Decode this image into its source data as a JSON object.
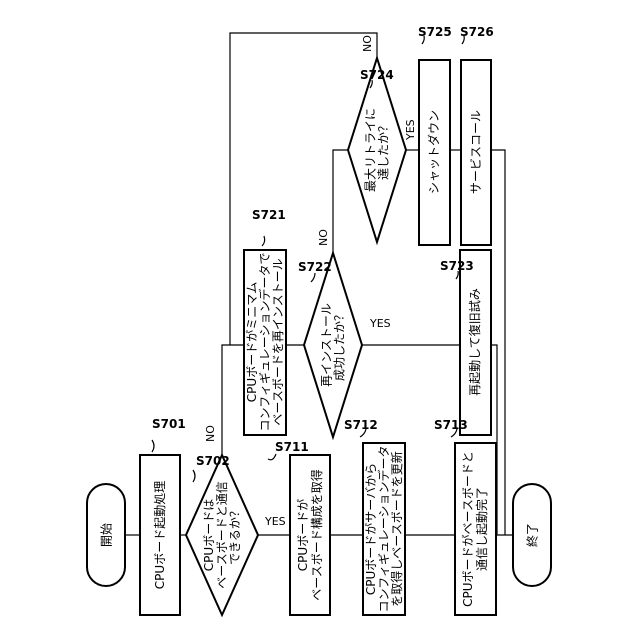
{
  "nodes": {
    "start": {
      "text": [
        "開始"
      ]
    },
    "s701": {
      "id": "S701",
      "text": [
        "CPUボード起動処理"
      ]
    },
    "s702": {
      "id": "S702",
      "text": [
        "CPUボードは",
        "ベースボードと通信",
        "できるか？"
      ]
    },
    "s711": {
      "id": "S711",
      "text": [
        "CPUボードが",
        "ベースボード構成を取得"
      ]
    },
    "s712": {
      "id": "S712",
      "text": [
        "CPUボードがサーバから",
        "コンフィギュレーションデータ",
        "を取得しベースボードを更新"
      ]
    },
    "s713": {
      "id": "S713",
      "text": [
        "CPUボードがベースボードと",
        "通信し起動完了"
      ]
    },
    "s721": {
      "id": "S721",
      "text": [
        "CPUボードがミニマム",
        "コンフィギュレーションデータで",
        "ベースボードを再インストール"
      ]
    },
    "s722": {
      "id": "S722",
      "text": [
        "再インストール",
        "成功したか？"
      ]
    },
    "s723": {
      "id": "S723",
      "text": [
        "再起動して復旧試み"
      ]
    },
    "s724": {
      "id": "S724",
      "text": [
        "最大リトライに",
        "達したか？"
      ]
    },
    "s725": {
      "id": "S725",
      "text": [
        "シャットダウン"
      ]
    },
    "s726": {
      "id": "S726",
      "text": [
        "サービスコール"
      ]
    },
    "end": {
      "text": [
        "終了"
      ]
    }
  },
  "labels": {
    "yes": "YES",
    "no": "NO"
  }
}
